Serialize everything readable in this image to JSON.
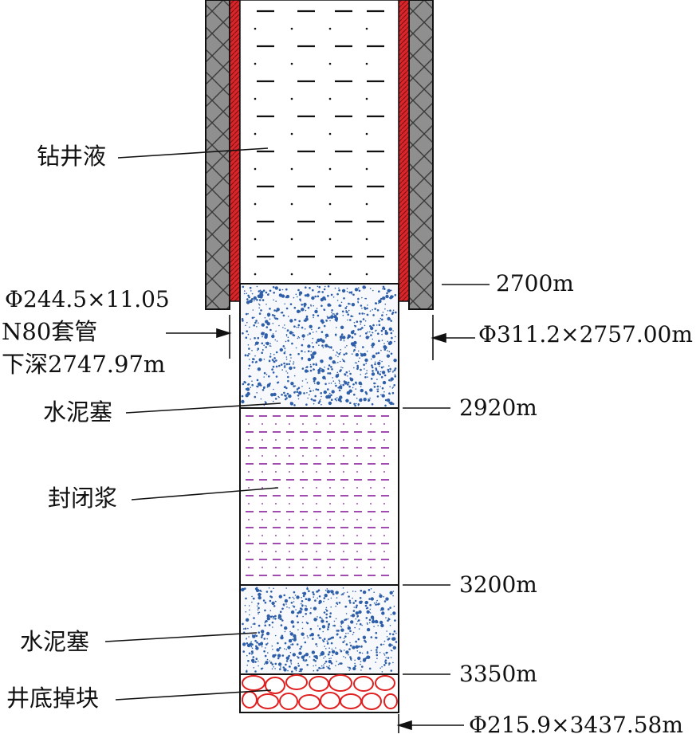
{
  "labels": {
    "drilling_fluid": "钻井液",
    "casing_spec": "Φ244.5×11.05",
    "casing_grade": "N80套管",
    "casing_depth": "下深2747.97m",
    "cement_plug_upper": "水泥塞",
    "sealing_slurry": "封闭浆",
    "cement_plug_lower": "水泥塞",
    "bottom_debris": "井底掉块"
  },
  "depths": {
    "d2700": "2700m",
    "d2920": "2920m",
    "d3200": "3200m",
    "d3350": "3350m"
  },
  "hole_sizes": {
    "upper_hole": "Φ311.2×2757.00m",
    "lower_hole": "Φ215.9×3437.58m"
  },
  "colors": {
    "casing": "#d9262a",
    "cement_sheath": "#8c8c8c",
    "cement_dots": "#2f5fa8",
    "slurry_dash": "#a04bb0",
    "debris": "#e02020",
    "line": "#111111"
  }
}
